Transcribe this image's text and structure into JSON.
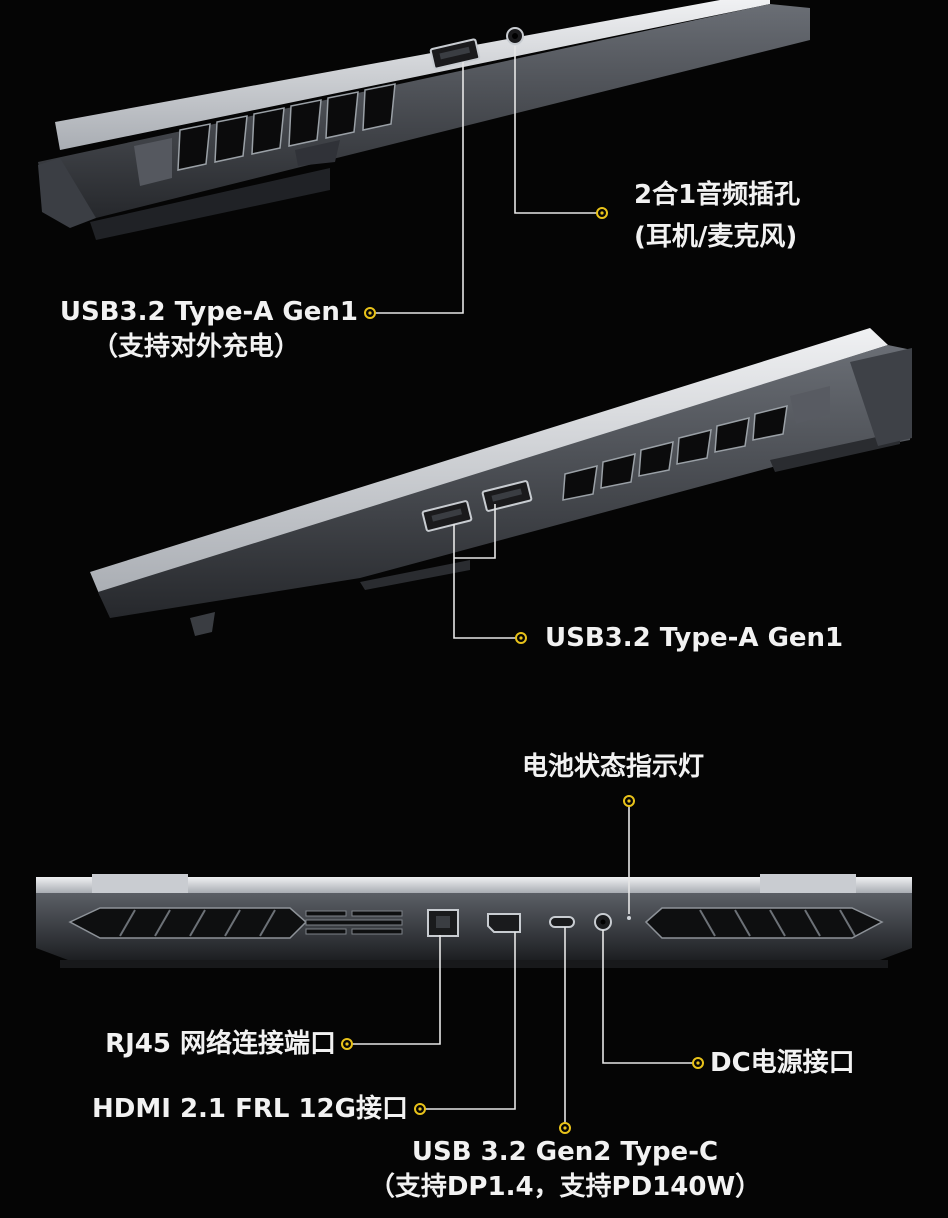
{
  "colors": {
    "background": "#050505",
    "accent": "#e8c21a",
    "leader_line": "#e6e6e6",
    "chassis_light": "#d9dbde",
    "chassis_dark": "#2b2d31"
  },
  "left_side": {
    "audio_jack": {
      "line1": "2合1音频插孔",
      "line2": "(耳机/麦克风)"
    },
    "usb_a": {
      "line1": "USB3.2 Type-A Gen1",
      "line2": "（支持对外充电）"
    }
  },
  "right_side": {
    "usb_a": {
      "label": "USB3.2 Type-A Gen1"
    }
  },
  "rear": {
    "battery_led": {
      "label": "电池状态指示灯"
    },
    "rj45": {
      "label": "RJ45 网络连接端口"
    },
    "hdmi": {
      "label": "HDMI 2.1 FRL 12G接口"
    },
    "dc": {
      "label": "DC电源接口"
    },
    "usb_c": {
      "line1": "USB 3.2 Gen2 Type-C",
      "line2": "（支持DP1.4，支持PD140W）"
    }
  }
}
